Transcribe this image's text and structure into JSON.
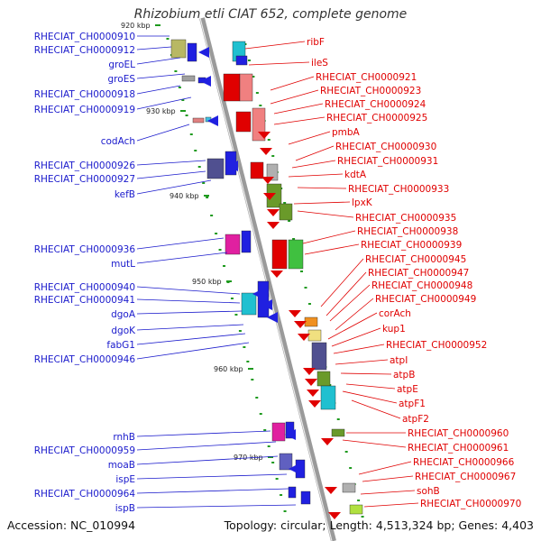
{
  "title": "Rhizobium etli CIAT 652, complete genome",
  "accession_text": "Accession: NC_010994",
  "topology_text": "Topology: circular; Length: 4,513,324 bp; Genes: 4,403",
  "colors": {
    "left_label": "#1a1acc",
    "right_label": "#e00000",
    "axis": "#9a9a9a",
    "tick": "#1e9a1e"
  },
  "ruler_labels": [
    "920 kbp",
    "930 kbp",
    "940 kbp",
    "950 kbp",
    "960 kbp",
    "970 kbp"
  ],
  "left_genes": [
    "RHECIAT_CH0000910",
    "RHECIAT_CH0000912",
    "groEL",
    "groES",
    "RHECIAT_CH0000918",
    "RHECIAT_CH0000919",
    "codAch",
    "RHECIAT_CH0000926",
    "RHECIAT_CH0000927",
    "kefB",
    "RHECIAT_CH0000936",
    "mutL",
    "RHECIAT_CH0000940",
    "RHECIAT_CH0000941",
    "dgoA",
    "dgoK",
    "fabG1",
    "RHECIAT_CH0000946",
    "rnhB",
    "RHECIAT_CH0000959",
    "moaB",
    "ispE",
    "RHECIAT_CH0000964",
    "ispB"
  ],
  "right_genes": [
    "ribF",
    "ileS",
    "RHECIAT_CH0000921",
    "RHECIAT_CH0000923",
    "RHECIAT_CH0000924",
    "RHECIAT_CH0000925",
    "pmbA",
    "RHECIAT_CH0000930",
    "RHECIAT_CH0000931",
    "kdtA",
    "RHECIAT_CH0000933",
    "lpxK",
    "RHECIAT_CH0000935",
    "RHECIAT_CH0000938",
    "RHECIAT_CH0000939",
    "RHECIAT_CH0000945",
    "RHECIAT_CH0000947",
    "RHECIAT_CH0000948",
    "RHECIAT_CH0000949",
    "corAch",
    "kup1",
    "RHECIAT_CH0000952",
    "atpI",
    "atpB",
    "atpE",
    "atpF1",
    "atpF2",
    "RHECIAT_CH0000960",
    "RHECIAT_CH0000961",
    "RHECIAT_CH0000966",
    "RHECIAT_CH0000967",
    "sohB",
    "RHECIAT_CH0000970"
  ]
}
